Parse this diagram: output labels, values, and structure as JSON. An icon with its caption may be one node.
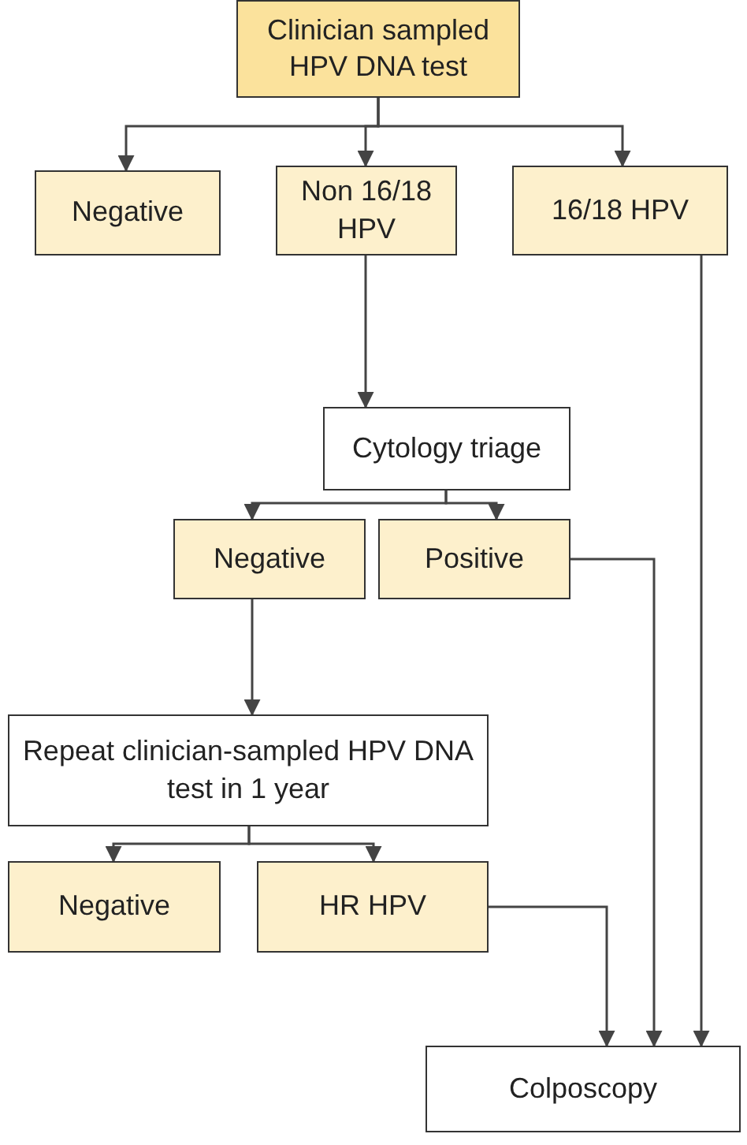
{
  "diagram": {
    "nodes": [
      {
        "text": [
          "Clinician sampled HPV DNA test"
        ]
      },
      {
        "text": [
          "Negative"
        ]
      },
      {
        "text": [
          "Non 16/18 HPV"
        ]
      },
      {
        "text": [
          "16/18 HPV"
        ]
      },
      {
        "text": [
          "Cytology triage"
        ]
      },
      {
        "text": [
          "Negative"
        ]
      },
      {
        "text": [
          "Positive"
        ]
      },
      {
        "text": [
          "Repeat clinician-sampled HPV DNA test in 1 year"
        ]
      },
      {
        "text": [
          "Negative"
        ]
      },
      {
        "text": [
          "HR HPV"
        ]
      },
      {
        "text": [
          "Colposcopy"
        ]
      }
    ],
    "edges": [
      {
        "from": 0,
        "to": 1,
        "arrow": "to"
      },
      {
        "from": 0,
        "to": 2,
        "arrow": "to"
      },
      {
        "from": 0,
        "to": 3,
        "arrow": "to"
      },
      {
        "from": 2,
        "to": 4,
        "arrow": "to"
      },
      {
        "from": 4,
        "to": 5,
        "arrow": "to"
      },
      {
        "from": 4,
        "to": 6,
        "arrow": "to"
      },
      {
        "from": 5,
        "to": 7,
        "arrow": "to"
      },
      {
        "from": 7,
        "to": 8,
        "arrow": "to"
      },
      {
        "from": 7,
        "to": 9,
        "arrow": "to"
      },
      {
        "from": 9,
        "to": 10,
        "arrow": "to"
      },
      {
        "from": 6,
        "to": 10,
        "arrow": "to"
      },
      {
        "from": 3,
        "to": 10,
        "arrow": "to"
      }
    ]
  }
}
